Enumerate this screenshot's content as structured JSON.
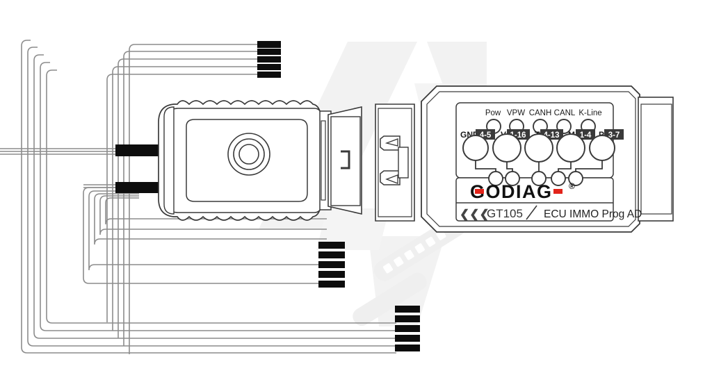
{
  "diagram": {
    "title": "GODIAG GT105 ECU IMMO Prog AD wiring diagram",
    "background_color": "#ffffff",
    "line_color": "#3a3a3a",
    "wire_color": "#8c8c8c",
    "connector_tip_color": "#0d0d0d",
    "watermark_color": "#f0f0f0",
    "brand_red": "#e2231a"
  },
  "device_left": {
    "name": "ecu-immobilizer-box",
    "face_shape": "rounded-square",
    "has_concentric_rings": true,
    "ring_count": 3,
    "scalloped_edges": true,
    "scallop_count": 5
  },
  "middle_connector": {
    "name": "obd-plug-body",
    "has_latch_tabs": true,
    "latch_count": 2,
    "keyhole_marker": "bracket"
  },
  "device_right": {
    "name": "godiag-gt105-adapter",
    "brand": "GODIAG",
    "brand_registered_mark": "®",
    "model": "GT105",
    "model_prefix_icon": "chevrons-left-icon",
    "subtitle": "ECU IMMO Prog AD",
    "top_row_labels": [
      "Pow",
      "VPW",
      "CANH",
      "CANL",
      "K-Line"
    ],
    "banana_jacks": [
      {
        "label": "GND",
        "range": "4-5"
      },
      {
        "label": "V",
        "range": "1-16"
      },
      {
        "label": "T",
        "range": "4-13"
      },
      {
        "label": "M",
        "range": "1-4"
      },
      {
        "label": "P",
        "range": "3-7"
      }
    ],
    "small_jack_count": 5
  },
  "wiring": {
    "harness_groups": [
      {
        "name": "top-harness",
        "wire_count": 5,
        "tip_position": "right"
      },
      {
        "name": "middle-harness",
        "wire_count": 5,
        "tip_position": "right"
      },
      {
        "name": "bottom-harness",
        "wire_count": 5,
        "tip_position": "right"
      }
    ],
    "ecu_inputs": [
      {
        "name": "upper-input-bundle"
      },
      {
        "name": "lower-input-bundle"
      }
    ]
  }
}
